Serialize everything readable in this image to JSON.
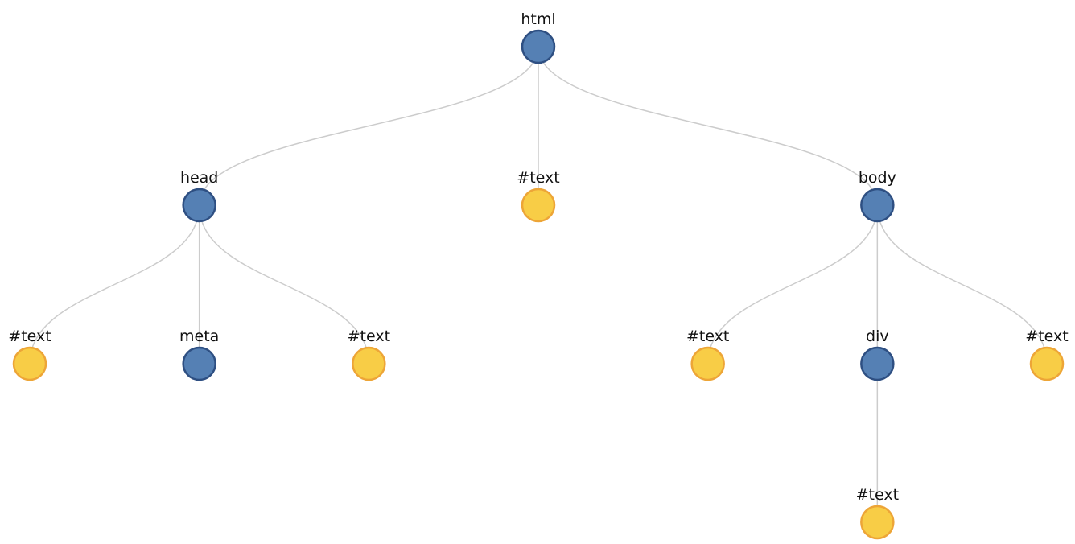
{
  "colors": {
    "element_fill": "#5580b4",
    "element_stroke": "#2e4f82",
    "text_fill": "#f8cd46",
    "text_stroke": "#eda537",
    "link": "#cccccc"
  },
  "tree": {
    "label": "html",
    "kind": "element",
    "children": [
      {
        "label": "head",
        "kind": "element",
        "children": [
          {
            "label": "#text",
            "kind": "text",
            "children": []
          },
          {
            "label": "meta",
            "kind": "element",
            "children": []
          },
          {
            "label": "#text",
            "kind": "text",
            "children": []
          }
        ]
      },
      {
        "label": "#text",
        "kind": "text",
        "children": []
      },
      {
        "label": "body",
        "kind": "element",
        "children": [
          {
            "label": "#text",
            "kind": "text",
            "children": []
          },
          {
            "label": "div",
            "kind": "element",
            "children": [
              {
                "label": "#text",
                "kind": "text",
                "children": []
              }
            ]
          },
          {
            "label": "#text",
            "kind": "text",
            "children": []
          }
        ]
      }
    ]
  }
}
